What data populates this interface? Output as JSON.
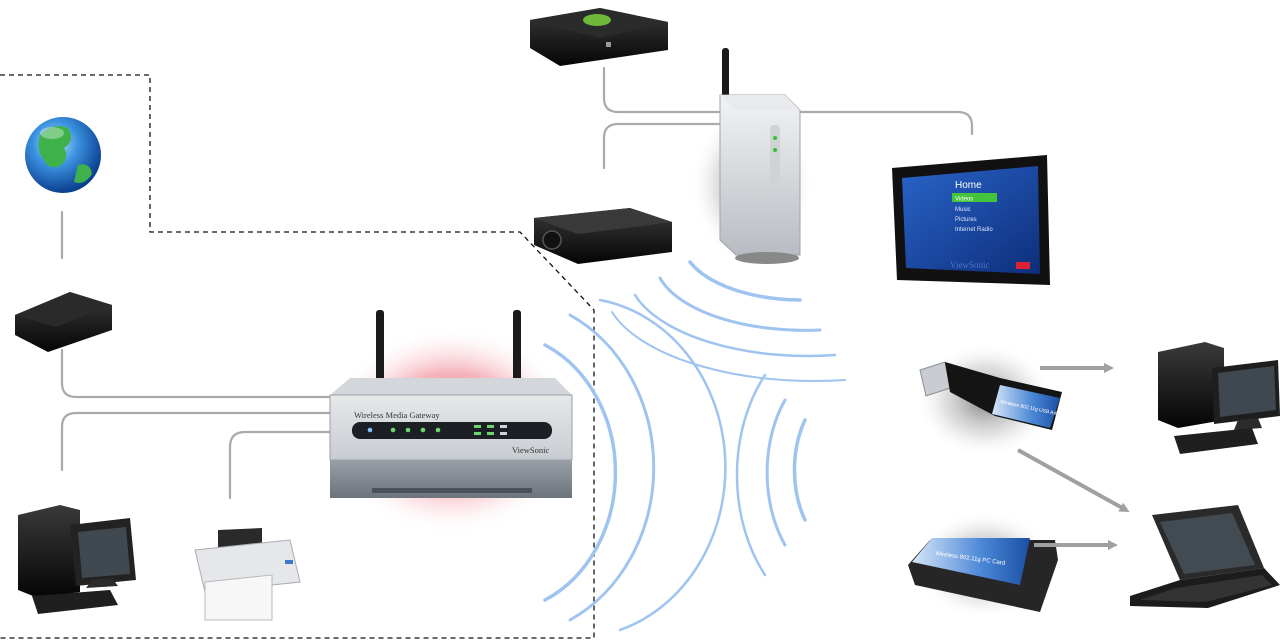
{
  "gateway": {
    "model_label": "Wireless Media Gateway",
    "brand": "ViewSonic"
  },
  "tv_screen": {
    "tab": "Home",
    "menu_items": [
      "Videos",
      "Music",
      "Pictures",
      "Internet Radio"
    ],
    "watermark": "ViewSonic"
  },
  "usb_adapter": {
    "label": "Wireless 802.11g USB Adapter"
  },
  "pc_card": {
    "label": "Wireless 802.11g PC Card"
  },
  "colors": {
    "connector_line": "#aaaaaa",
    "wave": "#9ec4ef",
    "gateway_glow": "#e0304a",
    "arrow": "#a0a0a0",
    "tv_screen": "#1a4fb0"
  },
  "icons": [
    "game-console-icon",
    "media-receiver-icon",
    "globe-icon",
    "modem-icon",
    "gateway-router-icon",
    "desktop-pc-icon",
    "printer-icon",
    "projector-icon",
    "flat-tv-icon",
    "usb-adapter-icon",
    "pc-card-icon",
    "laptop-icon"
  ]
}
